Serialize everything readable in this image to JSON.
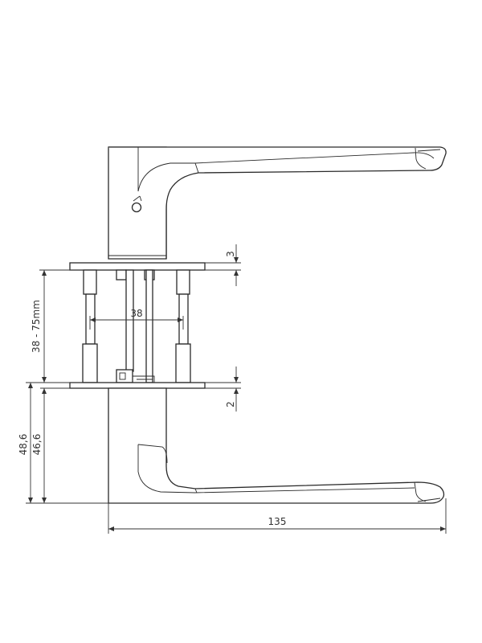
{
  "dimensions": {
    "rose_thickness_top": "3",
    "door_thickness": "38 - 75mm",
    "fixing_centres": "38",
    "rose_thickness_bottom": "2",
    "overall_height_outer": "48,6",
    "overall_height_inner": "46,6",
    "lever_length": "135"
  },
  "colors": {
    "line": "#2a2a2a",
    "background": "#ffffff"
  }
}
